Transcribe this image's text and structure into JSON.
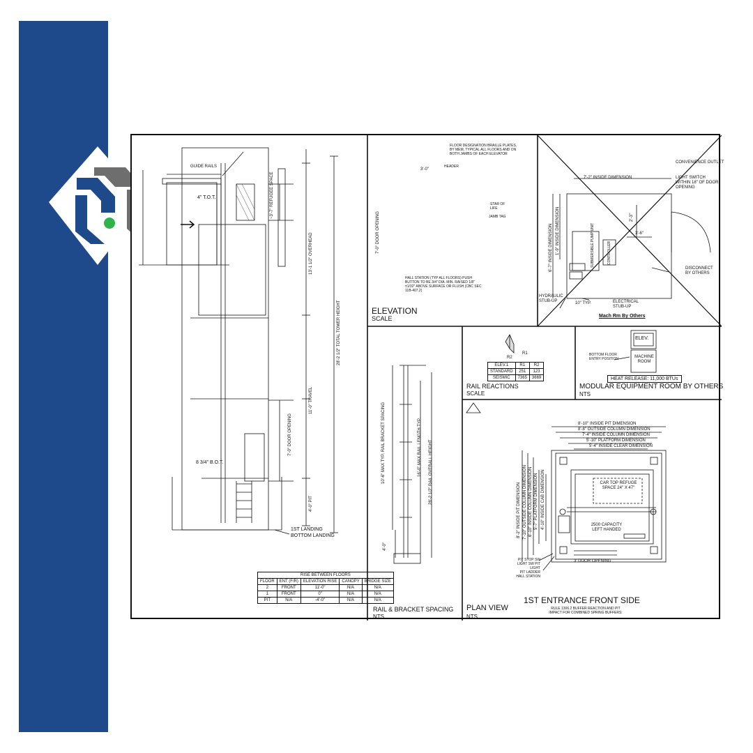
{
  "colors": {
    "brand_blue": "#1e4a8c",
    "logo_gray": "#6e6e6e",
    "logo_green": "#2fb34a",
    "line": "#111111"
  },
  "logo": {
    "icon": "brand-monogram-icon"
  },
  "section": {
    "guide_rails": "GUIDE RAILS",
    "tot": "4\" T.O.T.",
    "refuge": "~3'-7\" REFUGEE SPACE",
    "overhead": "13'-1 1/2\" OVERHEAD",
    "tower": "28'-2 1/2\" TOTAL TOWER HEIGHT",
    "travel": "11'-0\" TRAVEL",
    "door_opening": "7'-0\" DOOR OPENING",
    "pit": "4'-0\" PIT",
    "bot": "8 3/4\" B.O.T.",
    "first_landing": "1ST LANDING",
    "bottom_landing": "BOTTOM LANDING"
  },
  "rise_table": {
    "title": "RISE BETWEEN FLOORS",
    "headers": [
      "FLOOR",
      "ENT (F/R)",
      "ELEVATION RISE",
      "CANOPY",
      "BRIDGE SIZE"
    ],
    "rows": [
      [
        "2",
        "FRONT",
        "11'-0\"",
        "N/A",
        "N/A"
      ],
      [
        "1",
        "FRONT",
        "0\"",
        "N/A",
        "N/A"
      ],
      [
        "PIT",
        "N/A",
        "-4'-0\"",
        "N/A",
        "N/A"
      ]
    ]
  },
  "elevation": {
    "note_top": "FLOOR DESIGNATION BRAILLE PLATES, BY MEM, TYPICAL ALL FLOORS AND ON BOTH JAMBS OF EACH ELEVATOR",
    "dim_width": "3'-0\"",
    "header": "HEADER",
    "door_opening": "7'-0\" DOOR OPENING",
    "star_of_life": "STAR OF LIFE",
    "jamb_tag": "JAMB TAG",
    "hall_station": "HALL STATION (TYP ALL FLOORS) PUSH BUTTON TO BE 3/4\" DIA. MIN. RAISED 1/8\" ±1/32\" ABOVE SURFACE OR FLUSH (CBC SEC 11B-407.2)",
    "title": "ELEVATION",
    "scale": "SCALE"
  },
  "mach_room": {
    "inside_dim_h": "7'-2\" INSIDE DIMENSION",
    "inside_dim_v1": "6'-7\" INSIDE DIMENSION",
    "inside_dim_v2": "1'-9\" INSIDE DIMENSION",
    "convenience_outlet": "CONVENIENCE OUTLET",
    "light_switch": "LIGHT SWITCH WITHIN 18\" OF DOOR OPENING",
    "pump_unit": "SUBMERSIBLE PUMP UNIT",
    "controller": "CONTROLLER",
    "dim_36": "3'-6\"",
    "dim_2": "2'-3\"",
    "disconnect": "DISCONNECT BY OTHERS",
    "hydraulic": "HYDRAULIC STUB-UP",
    "typ": "10\" TYP.",
    "electrical": "ELECTRICAL STUB-UP",
    "footer": "Mach Rm By Others"
  },
  "rail_spacing": {
    "bracket": "10'-6\" MAX TYP. RAIL BRACKET SPACING",
    "rail_length": "16'-0\" MAX RAIL LENGTH TYP.",
    "overall": "28'-2 1/2\" RAIL OVERALL HEIGHT",
    "dim_4": "4'-0\"",
    "title": "RAIL & BRACKET SPACING",
    "scale": "NTS"
  },
  "rail_reactions": {
    "r1": "R1",
    "r2": "R2",
    "headers": [
      "ELEV.1",
      "R1",
      "R2"
    ],
    "rows": [
      [
        "STANDARD",
        "251",
        "123"
      ],
      [
        "SEISMIC",
        "7365",
        "3669"
      ]
    ],
    "title": "RAIL REACTIONS",
    "scale": "SCALE"
  },
  "modular_room": {
    "elev": "ELEV.",
    "machine_room": "MACHINE ROOM",
    "bottom_floor": "BOTTOM FLOOR ENTRY POSITION",
    "heat": "HEAT RELEASE:  11,000 BTUs",
    "title": "MODULAR EQUIPMENT ROOM BY OTHERS",
    "scale": "NTS"
  },
  "plan_view": {
    "d1": "8'-10\" INSIDE PIT DIMENSION",
    "d2": "8'-8\" OUTSIDE COLUMN DIMENSION",
    "d3": "7'-4\" INSIDE COLUMN DIMENSION",
    "d4": "5'-10\" PLATFORM DIMENSION",
    "d5": "5'-4\" INSIDE CLEAR DIMENSION",
    "v1": "8'-2\" INSIDE PIT DIMENSION",
    "v2": "7'-10\" OUTSIDE COLUMN DIMENSION",
    "v3": "6'-10\" INSIDE COLUMN DIMENSION",
    "v4": "5'-7\" PLATFORM DIMENSION",
    "v5": "4'-10\" INSIDE CAB DIMENSION",
    "refuge": "CAR TOP REFUGE SPACE 24\" X 47\"",
    "capacity": "2500 CAPACITY LEFT HANDED",
    "pit_stop": "PIT STOP SW LIGHT SW PIT LIGHT",
    "pit_ladder": "PIT LADDER HALL STATION",
    "door_opening": "3' DOOR OPENING",
    "title": "PLAN VIEW",
    "scale": "NTS",
    "entrance": "1ST ENTRANCE FRONT SIDE",
    "rule": "RULE 1306.2 BUFFER REACTION AND PIT IMPACT FOR COMBINED SPRING BUFFERS:"
  }
}
